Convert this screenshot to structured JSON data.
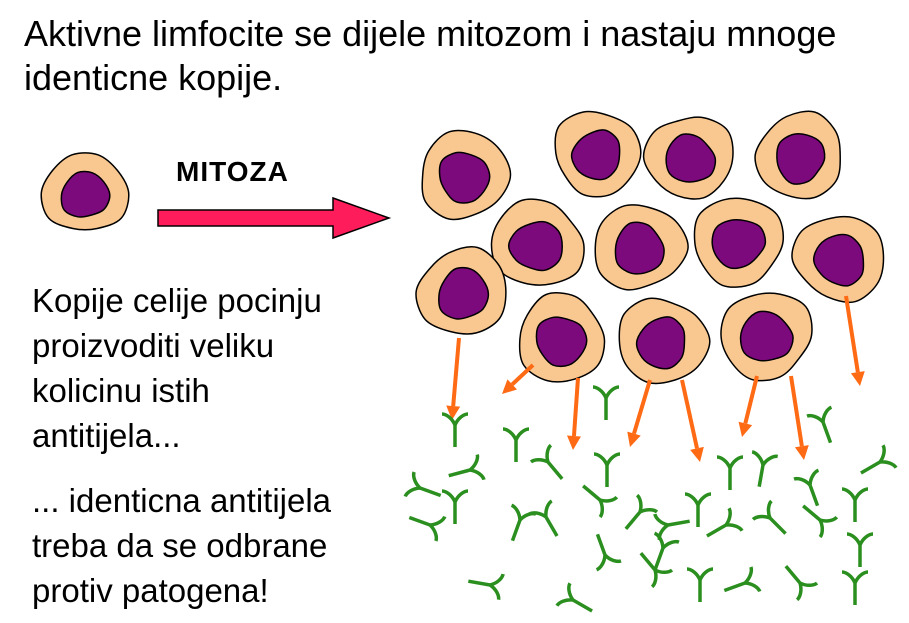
{
  "title_lines": [
    "Aktivne limfocite se dijele mitozom i nastaju mnoge",
    "identicne kopije."
  ],
  "arrow_label": "MITOZA",
  "text_block_1": [
    "Kopije celije pocinju",
    "proizvoditi veliku",
    "kolicinu istih",
    "antitijela..."
  ],
  "text_block_2": [
    "... identicna antitijela",
    "treba da se odbrane",
    "protiv patogena!"
  ],
  "colors": {
    "cytoplasm": "#f9c891",
    "nucleus": "#7d0a7d",
    "outline": "#000000",
    "arrow_mitoza": "#ff1c5a",
    "antibody_arrow": "#ff6a14",
    "antibody": "#2b8f1f"
  }
}
